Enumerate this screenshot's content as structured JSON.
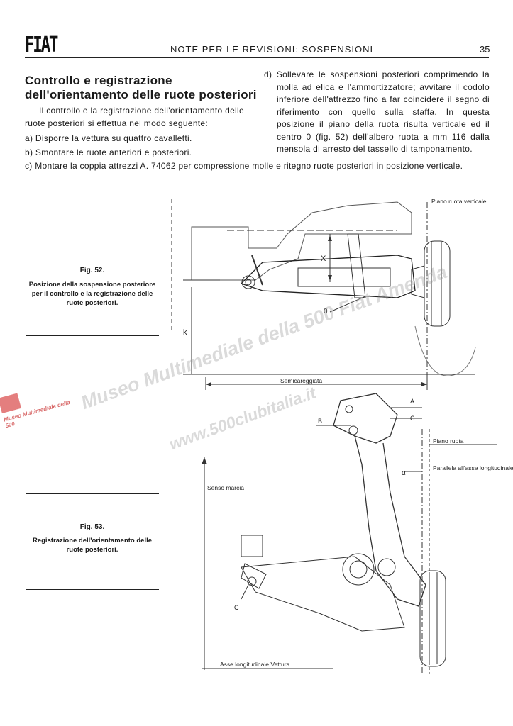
{
  "header": {
    "logo": "FIAT",
    "title": "NOTE PER LE REVISIONI: SOSPENSIONI",
    "page_number": "35"
  },
  "article": {
    "heading": "Controllo e registrazione dell'orientamento delle ruote posteriori",
    "intro": "Il controllo e la registrazione dell'orientamento delle ruote posteriori si effettua nel modo seguente:",
    "steps": [
      "a) Disporre la vettura su quattro cavalletti.",
      "b) Smontare le ruote anteriori e posteriori.",
      "c) Montare la coppia attrezzi A. 74062 per compressione molle e ritegno ruote posteriori in posizione verticale.",
      "d) Sollevare le sospensioni posteriori comprimendo la molla ad elica e l'ammortizzatore; avvitare il codolo inferiore dell'attrezzo fino a far coincidere il segno di riferimento con quello sulla staffa. In questa posizione il piano della ruota risulta verticale ed il centro 0 (fig. 52) dell'albero ruota a mm 116 dalla mensola di arresto del tassello di tamponamento."
    ]
  },
  "figures": [
    {
      "label": "Fig. 52.",
      "caption": "Posizione della sospensione posteriore per il controllo e la registrazione delle ruote posteriori.",
      "annotations": {
        "plane": "Piano ruota verticale",
        "x": "X",
        "k": "k",
        "o": "0",
        "half_track": "Semicareggiata"
      }
    },
    {
      "label": "Fig. 53.",
      "caption": "Registrazione dell'orientamento delle ruote posteriori.",
      "annotations": {
        "a": "A",
        "b": "B",
        "c_top": "C",
        "c_bottom": "C",
        "plane": "Piano ruota",
        "alpha": "α",
        "parallel": "Parallela all'asse longitudinale",
        "direction": "Senso marcia",
        "axis": "Asse longitudinale Vettura"
      }
    }
  ],
  "watermark": {
    "line1": "Museo Multimediale della 500 Fiat Amenda",
    "line2": "www.500clubitalia.it",
    "logo_text": "Museo Multimediale della 500"
  }
}
